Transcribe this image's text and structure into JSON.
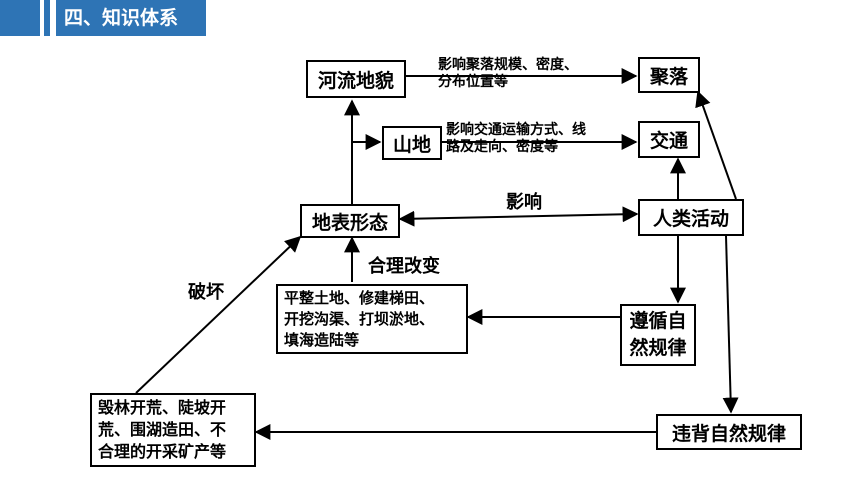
{
  "header": {
    "title": "四、知识体系"
  },
  "nodes": {
    "hlmd": "河流地貌",
    "jl": "聚落",
    "sd": "山地",
    "jt": "交通",
    "dbxt": "地表形态",
    "rlhd": "人类活动",
    "pztd": [
      "平整土地、修建梯田、",
      "开挖沟渠、打坝淤地、",
      "填海造陆等"
    ],
    "zxzr": [
      "遵循自",
      "然规律"
    ],
    "hlkh": [
      "毁林开荒、陡坡开",
      "荒、围湖造田、不",
      "合理的开采矿产等"
    ],
    "wbzr": "违背自然规律"
  },
  "edge_labels": {
    "to_jl": [
      "影响聚落规模、密度、",
      "分布位置等"
    ],
    "to_jt": [
      "影响交通运输方式、线",
      "路及走向、密度等"
    ],
    "influence": "影响",
    "reasonable_change": "合理改变",
    "destroy": "破坏"
  }
}
